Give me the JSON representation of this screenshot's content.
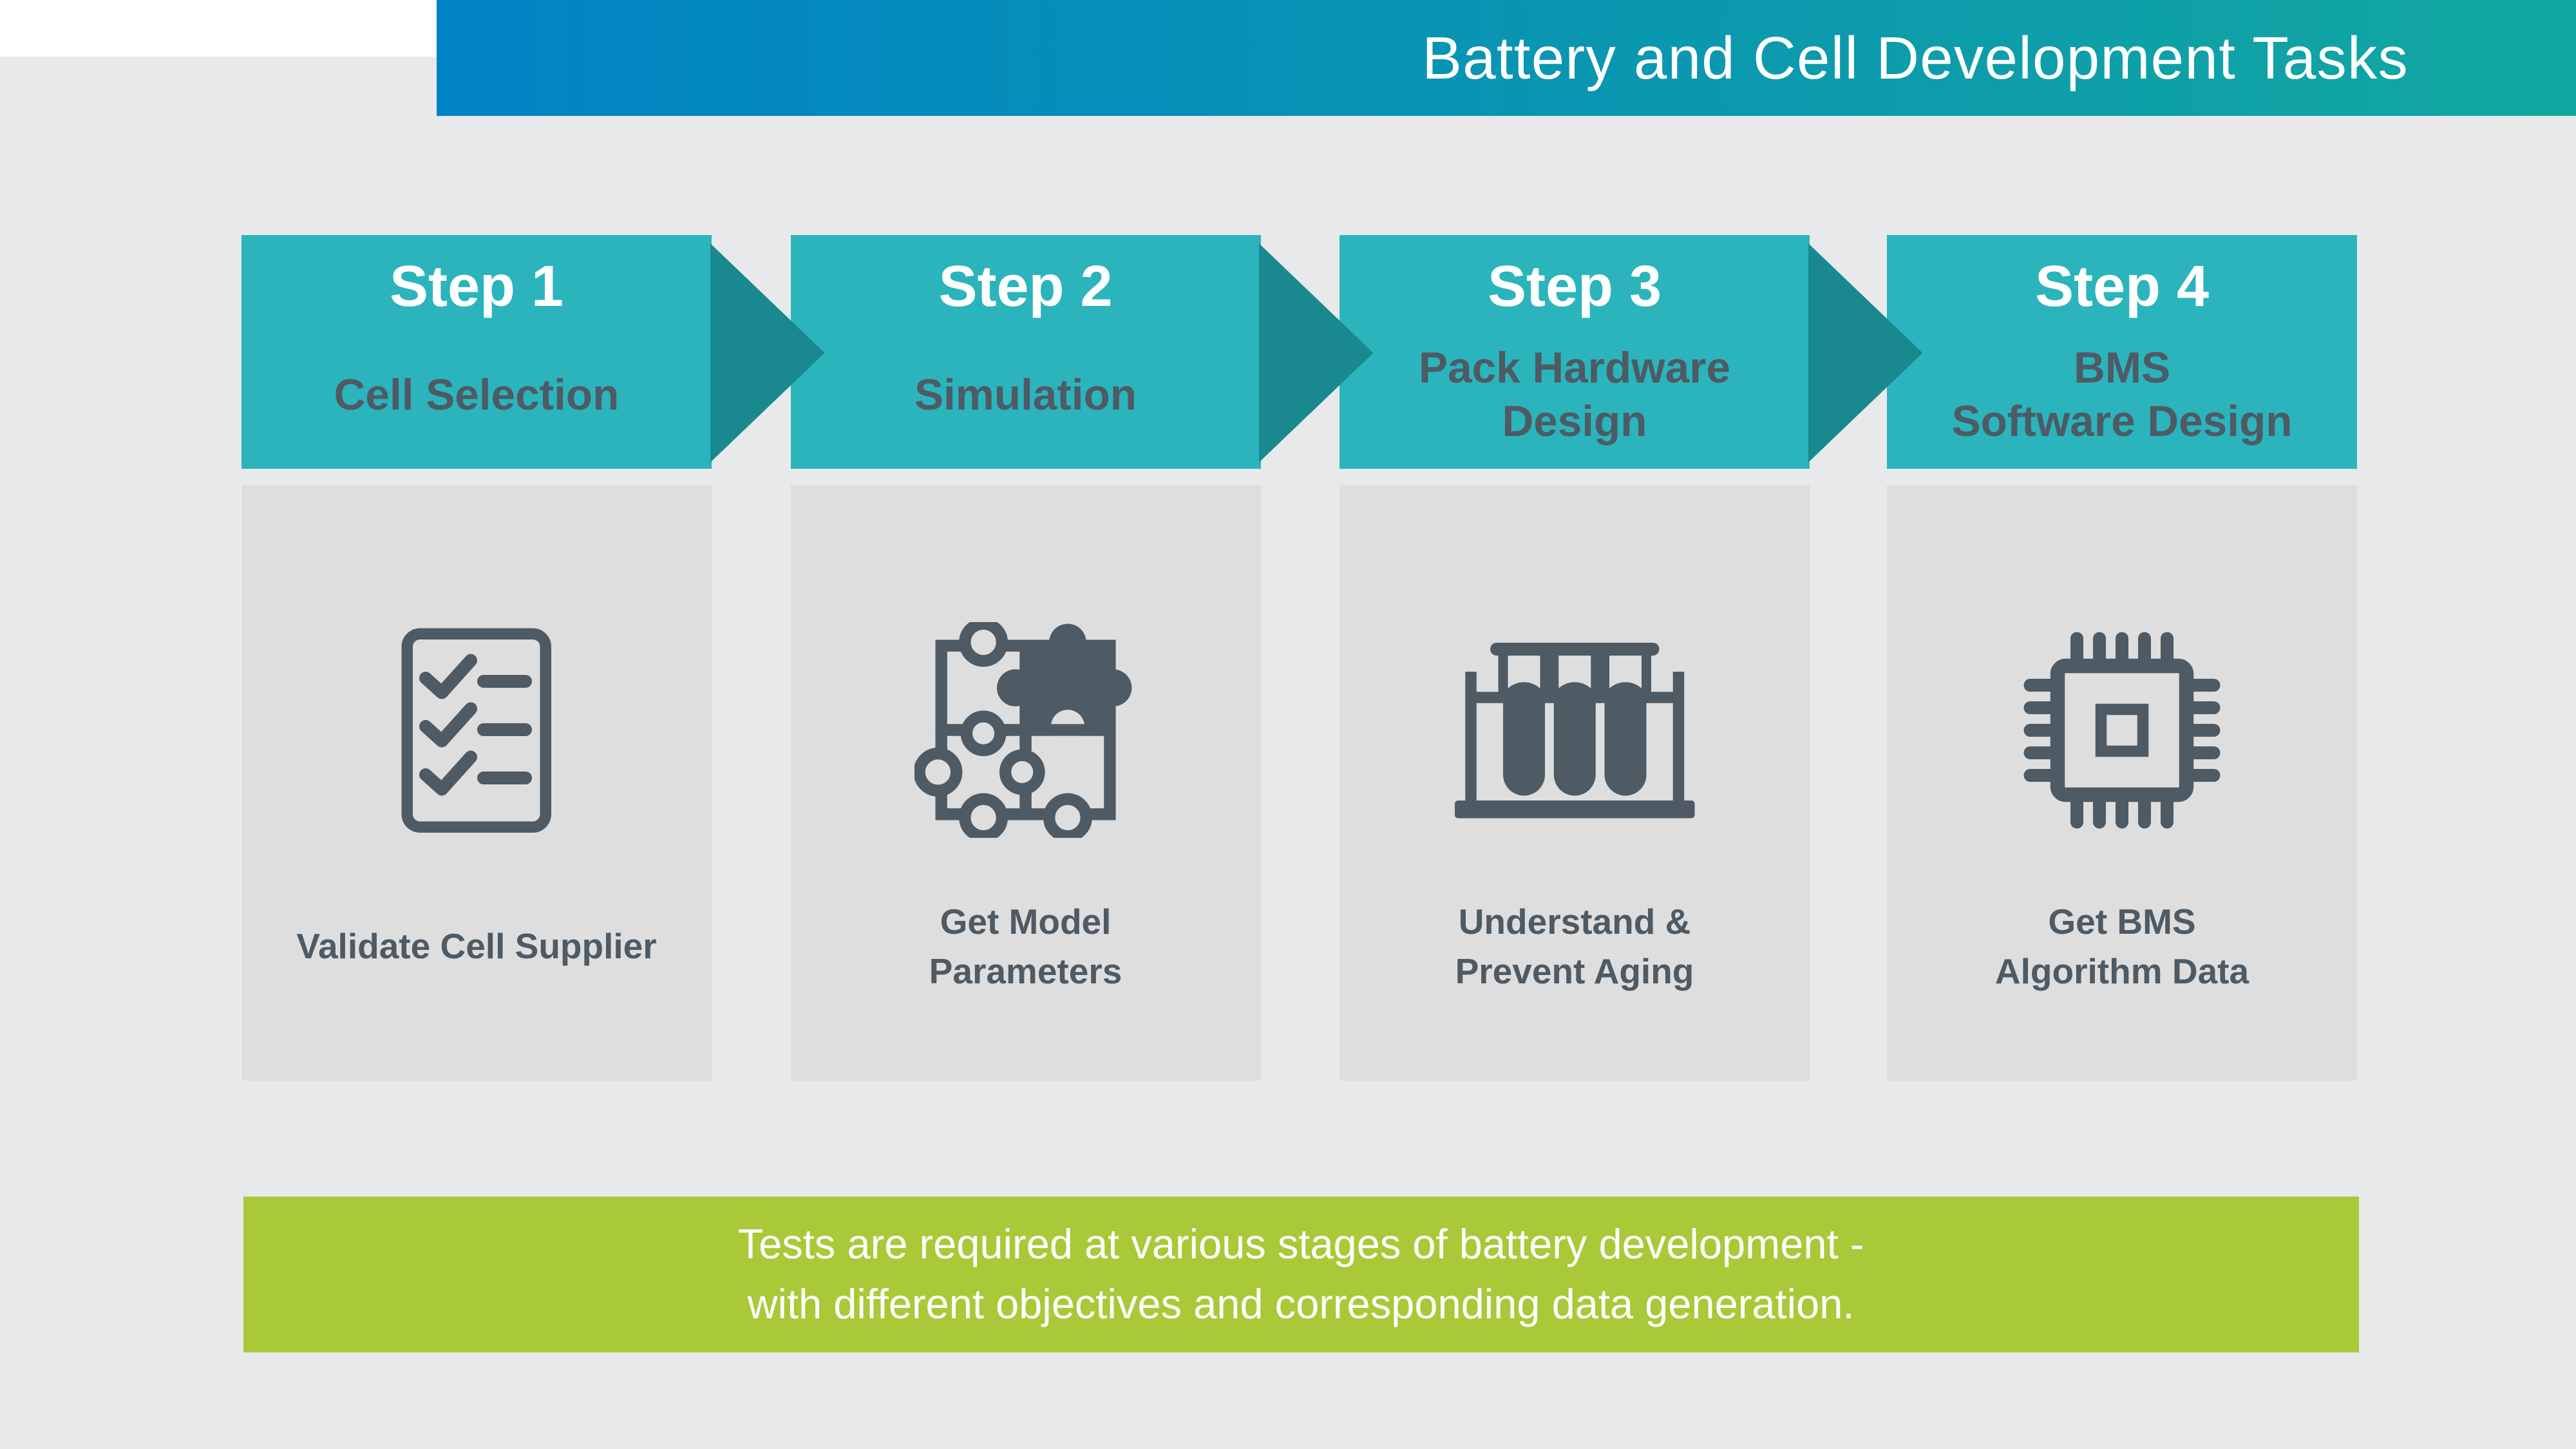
{
  "header": {
    "title": "Battery and Cell Development Tasks"
  },
  "steps": [
    {
      "step_label": "Step 1",
      "subtitle_lines": [
        "Cell Selection"
      ],
      "caption_lines": [
        "Validate Cell Supplier"
      ],
      "icon": "checklist-icon"
    },
    {
      "step_label": "Step 2",
      "subtitle_lines": [
        "Simulation"
      ],
      "caption_lines": [
        "Get Model",
        "Parameters"
      ],
      "icon": "puzzle-icon"
    },
    {
      "step_label": "Step 3",
      "subtitle_lines": [
        "Pack Hardware",
        "Design"
      ],
      "caption_lines": [
        "Understand &",
        "Prevent Aging"
      ],
      "icon": "test-tubes-icon"
    },
    {
      "step_label": "Step 4",
      "subtitle_lines": [
        "BMS",
        "Software Design"
      ],
      "caption_lines": [
        "Get BMS",
        "Algorithm Data"
      ],
      "icon": "chip-icon"
    }
  ],
  "footer": {
    "lines": [
      "Tests are required at various stages of battery development -",
      "with different objectives and corresponding data generation."
    ]
  },
  "colors": {
    "gradient_left": "#0083c5",
    "gradient_right": "#12a7a0",
    "step_teal": "#2bb4bc",
    "arrow_dark_teal": "#19898f",
    "slate": "#4e5a64",
    "card_bg": "#dedede",
    "page_bg": "#e8e9ea",
    "footer_green": "#a9c938",
    "white": "#ffffff"
  }
}
